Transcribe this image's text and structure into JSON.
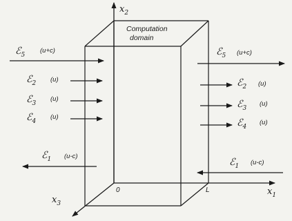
{
  "box": {
    "title_line1": "Computation",
    "title_line2": "domain",
    "origin_label": "0",
    "length_label": "L"
  },
  "axes": {
    "x1": {
      "base": "x",
      "sub": "1"
    },
    "x2": {
      "base": "x",
      "sub": "2"
    },
    "x3": {
      "base": "x",
      "sub": "3"
    }
  },
  "waves_left": [
    {
      "base": "ℰ",
      "sub": "5",
      "speed": "(u+c)",
      "direction": "right"
    },
    {
      "base": "ℰ",
      "sub": "2",
      "speed": "(u)",
      "direction": "right"
    },
    {
      "base": "ℰ",
      "sub": "3",
      "speed": "(u)",
      "direction": "right"
    },
    {
      "base": "ℰ",
      "sub": "4",
      "speed": "(u)",
      "direction": "right"
    },
    {
      "base": "ℰ",
      "sub": "1",
      "speed": "(u-c)",
      "direction": "left"
    }
  ],
  "waves_right": [
    {
      "base": "ℰ",
      "sub": "5",
      "speed": "(u+c)",
      "direction": "right"
    },
    {
      "base": "ℰ",
      "sub": "2",
      "speed": "(u)",
      "direction": "right"
    },
    {
      "base": "ℰ",
      "sub": "3",
      "speed": "(u)",
      "direction": "right"
    },
    {
      "base": "ℰ",
      "sub": "4",
      "speed": "(u)",
      "direction": "right"
    },
    {
      "base": "ℰ",
      "sub": "1",
      "speed": "(u-c)",
      "direction": "left"
    }
  ],
  "colors": {
    "line": "#1a1a1a",
    "background": "#f3f3ef"
  }
}
